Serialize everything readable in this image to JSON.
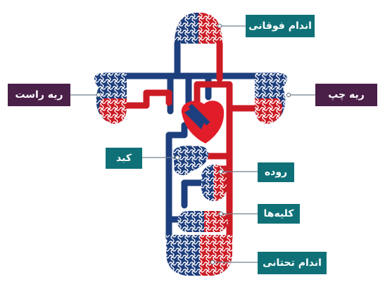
{
  "labels": {
    "upper_limbs": "اندام فوقانی",
    "right_lung": "ریه راست",
    "left_lung": "ریه چپ",
    "liver": "کبد",
    "intestine": "روده",
    "kidneys": "کلیه‌ها",
    "lower_limbs": "اندام تحتانی"
  },
  "colors": {
    "venous_blue": "#1e3f7d",
    "arterial_red": "#cc1b24",
    "heart_red": "#e11d2a",
    "label_teal": "#0f7177",
    "label_purple": "#4a1f48",
    "leader_line": "#6f7f8c"
  }
}
